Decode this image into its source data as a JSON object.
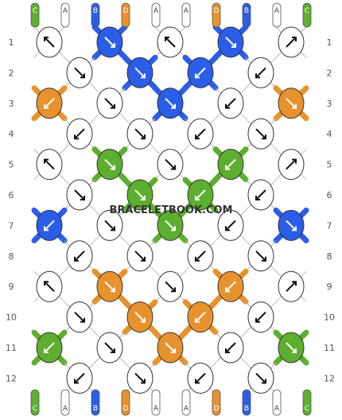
{
  "watermark": "BRACELETBOOK.COM",
  "colors": {
    "A": "#ffffff",
    "B": "#2b5ee8",
    "C": "#5daf2f",
    "D": "#e8922e"
  },
  "strings_top": [
    "C",
    "A",
    "B",
    "D",
    "A",
    "A",
    "D",
    "B",
    "A",
    "C"
  ],
  "strings_bottom": [
    "C",
    "A",
    "B",
    "D",
    "A",
    "A",
    "D",
    "B",
    "A",
    "C"
  ],
  "rows": [
    {
      "label": "1",
      "knots": [
        {
          "c": "A",
          "d": "ul"
        },
        {
          "c": "B",
          "d": "dr"
        },
        {
          "c": "A",
          "d": "ul"
        },
        {
          "c": "B",
          "d": "dr"
        },
        {
          "c": "A",
          "d": "ur"
        }
      ]
    },
    {
      "label": "2",
      "knots": [
        {
          "c": "A",
          "d": "dr"
        },
        {
          "c": "B",
          "d": "dr"
        },
        {
          "c": "B",
          "d": "dl"
        },
        {
          "c": "A",
          "d": "dl"
        }
      ]
    },
    {
      "label": "3",
      "knots": [
        {
          "c": "D",
          "d": "dl"
        },
        {
          "c": "A",
          "d": "dr"
        },
        {
          "c": "B",
          "d": "dr"
        },
        {
          "c": "A",
          "d": "dl"
        },
        {
          "c": "D",
          "d": "dr"
        }
      ]
    },
    {
      "label": "4",
      "knots": [
        {
          "c": "A",
          "d": "dl"
        },
        {
          "c": "A",
          "d": "dr"
        },
        {
          "c": "A",
          "d": "dl"
        },
        {
          "c": "A",
          "d": "dr"
        }
      ]
    },
    {
      "label": "5",
      "knots": [
        {
          "c": "A",
          "d": "ul"
        },
        {
          "c": "C",
          "d": "dr"
        },
        {
          "c": "A",
          "d": "dr"
        },
        {
          "c": "C",
          "d": "dl"
        },
        {
          "c": "A",
          "d": "ur"
        }
      ]
    },
    {
      "label": "6",
      "knots": [
        {
          "c": "A",
          "d": "dr"
        },
        {
          "c": "C",
          "d": "dr"
        },
        {
          "c": "C",
          "d": "dl"
        },
        {
          "c": "A",
          "d": "dl"
        }
      ]
    },
    {
      "label": "7",
      "knots": [
        {
          "c": "B",
          "d": "dl"
        },
        {
          "c": "A",
          "d": "dr"
        },
        {
          "c": "C",
          "d": "dr"
        },
        {
          "c": "A",
          "d": "dl"
        },
        {
          "c": "B",
          "d": "dr"
        }
      ]
    },
    {
      "label": "8",
      "knots": [
        {
          "c": "A",
          "d": "dl"
        },
        {
          "c": "A",
          "d": "dr"
        },
        {
          "c": "A",
          "d": "dl"
        },
        {
          "c": "A",
          "d": "dr"
        }
      ]
    },
    {
      "label": "9",
      "knots": [
        {
          "c": "A",
          "d": "ul"
        },
        {
          "c": "D",
          "d": "dr"
        },
        {
          "c": "A",
          "d": "dr"
        },
        {
          "c": "D",
          "d": "dl"
        },
        {
          "c": "A",
          "d": "ur"
        }
      ]
    },
    {
      "label": "10",
      "knots": [
        {
          "c": "A",
          "d": "dr"
        },
        {
          "c": "D",
          "d": "dr"
        },
        {
          "c": "D",
          "d": "dl"
        },
        {
          "c": "A",
          "d": "dl"
        }
      ]
    },
    {
      "label": "11",
      "knots": [
        {
          "c": "C",
          "d": "dl"
        },
        {
          "c": "A",
          "d": "dr"
        },
        {
          "c": "D",
          "d": "dr"
        },
        {
          "c": "A",
          "d": "dl"
        },
        {
          "c": "C",
          "d": "dr"
        }
      ]
    },
    {
      "label": "12",
      "knots": [
        {
          "c": "A",
          "d": "dl"
        },
        {
          "c": "A",
          "d": "dr"
        },
        {
          "c": "A",
          "d": "dl"
        },
        {
          "c": "A",
          "d": "dr"
        }
      ]
    }
  ]
}
